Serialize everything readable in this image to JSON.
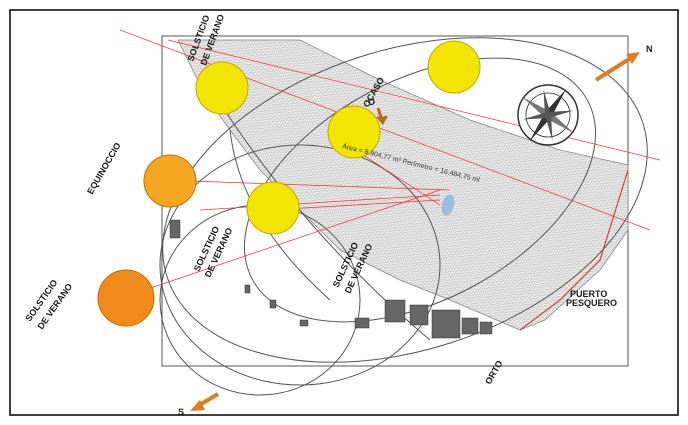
{
  "labels": {
    "solsticio_1_a": "SOLSTICIO",
    "solsticio_1_b": "DE VERANO",
    "ocaso": "OCASO",
    "ocaso_letter": "O",
    "equinoccio": "EQUINOCCIO",
    "solsticio_2_a": "SOLSTICIO",
    "solsticio_2_b": "DE VERANO",
    "solsticio_3_a": "SOLSTICIO",
    "solsticio_3_b": "DE VERANO",
    "solsticio_4_a": "SOLSTICIO",
    "solsticio_4_b": "DE VERANO",
    "area_text": "Área = 8.904,77 m²   Perímetro = 16.484,75 ml",
    "puerto_a": "PUERTO",
    "puerto_b": "PESQUERO",
    "orto": "ORTO",
    "north": "N",
    "south": "S"
  },
  "colors": {
    "sun_yellow": "#f2e600",
    "sun_light_orange": "#f5a623",
    "sun_orange": "#f08a1c",
    "arrow": "#e07b20",
    "border": "#000000"
  }
}
